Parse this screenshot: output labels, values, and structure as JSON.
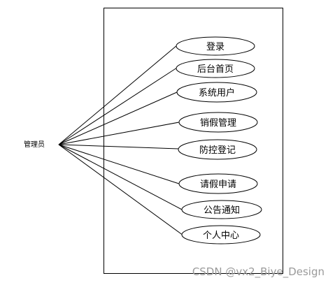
{
  "diagram": {
    "actor": {
      "label": "管理员"
    },
    "use_cases": [
      {
        "label": "登录"
      },
      {
        "label": "后台首页"
      },
      {
        "label": "系统用户"
      },
      {
        "label": "销假管理"
      },
      {
        "label": "防控登记"
      },
      {
        "label": "请假申请"
      },
      {
        "label": "公告通知"
      },
      {
        "label": "个人中心"
      }
    ]
  },
  "watermark": "CSDN @vx2_Biye_Design",
  "colors": {
    "line": "#000000",
    "watermark": "#9a9a9a",
    "background": "#ffffff"
  }
}
